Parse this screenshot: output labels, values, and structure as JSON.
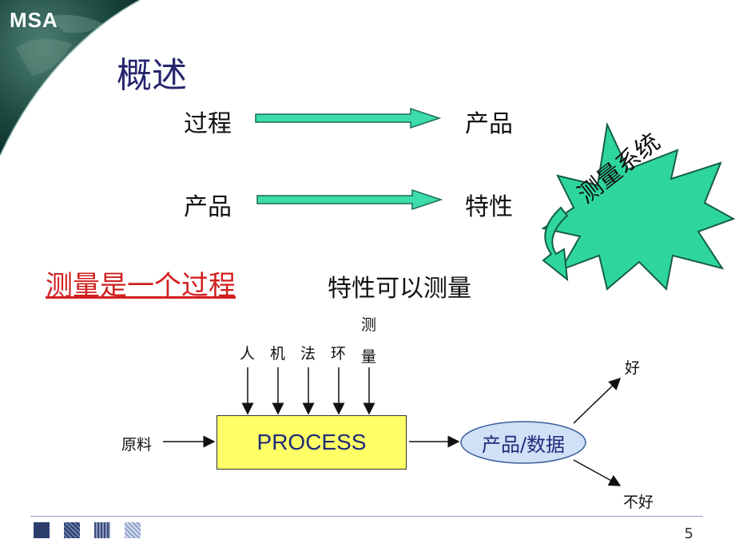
{
  "header": {
    "logo": "MSA",
    "title": "概述"
  },
  "flow": {
    "row1": {
      "from": "过程",
      "to": "产品"
    },
    "row2": {
      "from": "产品",
      "to": "特性"
    }
  },
  "burst_label": "测量系统",
  "measure_is_process": "测量是一个过程",
  "measurable": "特性可以测量",
  "process_diagram": {
    "inputs": [
      "人",
      "机",
      "法",
      "环"
    ],
    "measure_top": "测",
    "measure_bottom": "量",
    "raw_material": "原料",
    "process_label": "PROCESS",
    "output_label": "产品/数据",
    "good": "好",
    "bad": "不好"
  },
  "footer": {
    "page": "5"
  },
  "colors": {
    "arrow_fill": "#3ddcaa",
    "burst_fill": "#2fd69c",
    "title_color": "#26266e",
    "red_text": "#d11f1f",
    "process_fill": "#ffff66",
    "ellipse_fill": "#cfe0f7",
    "corner_dark": "#0f3d37"
  }
}
